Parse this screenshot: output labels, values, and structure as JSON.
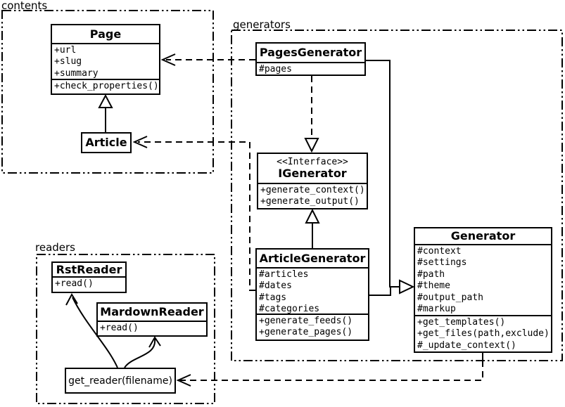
{
  "diagram": {
    "line_color": "#000000",
    "background_color": "#ffffff"
  },
  "packages": {
    "contents": {
      "label": "contents"
    },
    "generators": {
      "label": "generators"
    },
    "readers": {
      "label": "readers"
    }
  },
  "classes": {
    "page": {
      "name": "Page",
      "attributes": [
        "+url",
        "+slug",
        "+summary"
      ],
      "methods": [
        "+check_properties()"
      ]
    },
    "article": {
      "name": "Article"
    },
    "pages_generator": {
      "name": "PagesGenerator",
      "attributes": [
        "#pages"
      ]
    },
    "igenerator": {
      "stereotype": "<<Interface>>",
      "name": "IGenerator",
      "methods": [
        "+generate_context()",
        "+generate_output()"
      ]
    },
    "article_generator": {
      "name": "ArticleGenerator",
      "attributes": [
        "#articles",
        "#dates",
        "#tags",
        "#categories"
      ],
      "methods": [
        "+generate_feeds()",
        "+generate_pages()"
      ]
    },
    "generator": {
      "name": "Generator",
      "attributes": [
        "#context",
        "#settings",
        "#path",
        "#theme",
        "#output_path",
        "#markup"
      ],
      "methods": [
        "+get_templates()",
        "+get_files(path,exclude)",
        "#_update_context()"
      ]
    },
    "rst_reader": {
      "name": "RstReader",
      "methods": [
        "+read()"
      ]
    },
    "mardown_reader": {
      "name": "MardownReader",
      "methods": [
        "+read()"
      ]
    },
    "get_reader": {
      "label": "get_reader(filename)"
    }
  }
}
